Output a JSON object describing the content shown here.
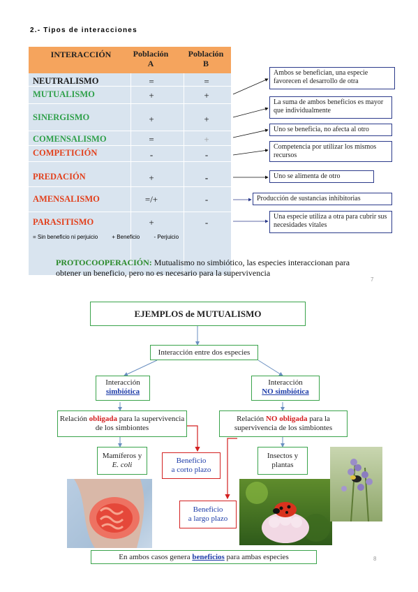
{
  "section_title": "2.- Tipos de interacciones",
  "table": {
    "headers": {
      "interaction": "INTERACCIÓN",
      "pop_a": "Población A",
      "pop_b": "Población B"
    },
    "rows": [
      {
        "name": "NEUTRALISMO",
        "a": "=",
        "b": "=",
        "definition": ""
      },
      {
        "name": "MUTUALISMO",
        "a": "+",
        "b": "+",
        "definition": "Ambos se benefician, una especie favorecen el desarrollo de otra"
      },
      {
        "name": "SINERGISMO",
        "a": "+",
        "b": "+",
        "definition": "La suma de ambos beneficios es mayor que individualmente"
      },
      {
        "name": "COMENSALISMO",
        "a": "=",
        "b": "+",
        "definition": "Uno se beneficia, no afecta al otro"
      },
      {
        "name": "COMPETICIÓN",
        "a": "-",
        "b": "-",
        "definition": "Competencia por utilizar los mismos recursos"
      },
      {
        "name": "PREDACIÓN",
        "a": "+",
        "b": "-",
        "definition": "Uno se alimenta de otro"
      },
      {
        "name": "AMENSALISMO",
        "a": "=/+",
        "b": "-",
        "definition": "Producción de sustancias inhibitorias"
      },
      {
        "name": "PARASITISMO",
        "a": "+",
        "b": "-",
        "definition": "Una especie utiliza a otra para cubrir sus necesidades vitales"
      }
    ],
    "colors": {
      "neutral": "#1a1a1a",
      "positive": "#2fa04a",
      "negative": "#e2401c"
    }
  },
  "legend": {
    "zero": "= Sin beneficio ni perjuicio",
    "plus": "+ Beneficio",
    "minus": "- Perjuicio"
  },
  "protocooperation": {
    "term": "PROTOCOOPERACIÓN:",
    "text": " Mutualismo no simbiótico, las especies interaccionan para obtener un beneficio, pero no es  necesario para la supervivencia"
  },
  "page_numbers": {
    "first": "7",
    "second": "8"
  },
  "diagram": {
    "title": "EJEMPLOS de MUTUALISMO",
    "root": "Interacción entre dos especies",
    "left_type_prefix": "Interacción",
    "left_type_kw": "simbiótica",
    "right_type_prefix": "Interacción",
    "right_type_kw": "NO simbiótica",
    "left_relation_pre": "Relación ",
    "left_relation_kw": "obligada",
    "left_relation_post": " para la supervivencia de los simbiontes",
    "right_relation_pre": "Relación ",
    "right_relation_kw": "NO obligada",
    "right_relation_post": " para la supervivencia de los simbiontes",
    "left_example_1": "Mamíferos y",
    "left_example_2": "E. coli",
    "right_example_1": "Insectos y",
    "right_example_2": "plantas",
    "short_term_1": "Beneficio",
    "short_term_2": "a corto plazo",
    "long_term_1": "Beneficio",
    "long_term_2": "a largo plazo",
    "footer_pre": "En ambos casos genera ",
    "footer_kw": "beneficios",
    "footer_post": " para ambas especies"
  }
}
